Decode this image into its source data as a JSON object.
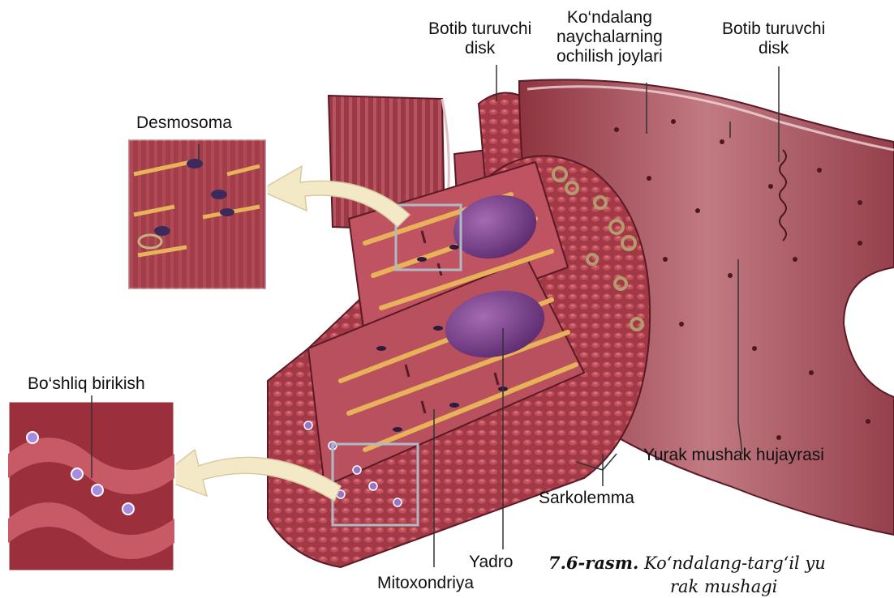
{
  "labels": {
    "botib_disk_left": [
      "Botib turuvchi",
      "disk"
    ],
    "kondalang": [
      "Ko‘ndalang",
      "naychalarning",
      "ochilish joylari"
    ],
    "botib_disk_right": [
      "Botib turuvchi",
      "disk"
    ],
    "desmosoma": "Desmosoma",
    "boshliq": "Bo‘shliq birikish",
    "yurak": "Yurak mushak hujayrasi",
    "sarkolemma": "Sarkolemma",
    "yadro": "Yadro",
    "mitoxondriya": "Mitoxondriya"
  },
  "caption": {
    "number": "7.6-rasm.",
    "line1": "Ko‘ndalang-targ‘il yu",
    "line2": "rak mushagi"
  },
  "colors": {
    "muscle": "#a8424f",
    "muscle_dark": "#6e1f2c",
    "muscle_light": "#c98088",
    "stripe": "#e6b15c",
    "nucleus": "#7a3f8c",
    "arrow": "#f3e7c4",
    "box": "#9aa7b5"
  }
}
